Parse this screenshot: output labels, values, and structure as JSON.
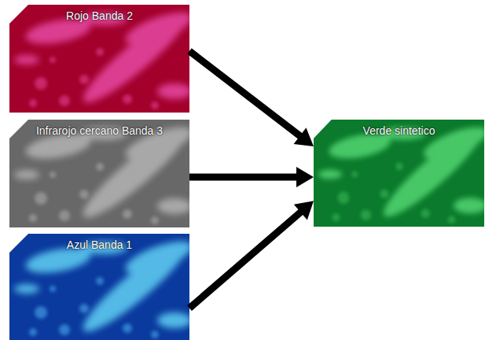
{
  "diagram": {
    "nodes": [
      {
        "text": [
          "Rojo Banda 2"
        ]
      },
      {
        "text": [
          "Infrarojo cercano Banda 3"
        ]
      },
      {
        "text": [
          "Azul Banda 1"
        ]
      },
      {
        "text": [
          "Verde sintetico"
        ]
      }
    ],
    "edges": [
      {
        "from": 0,
        "to": 3,
        "arrow": "to"
      },
      {
        "from": 1,
        "to": 3,
        "arrow": "to"
      },
      {
        "from": 2,
        "to": 3,
        "arrow": "to"
      }
    ]
  }
}
